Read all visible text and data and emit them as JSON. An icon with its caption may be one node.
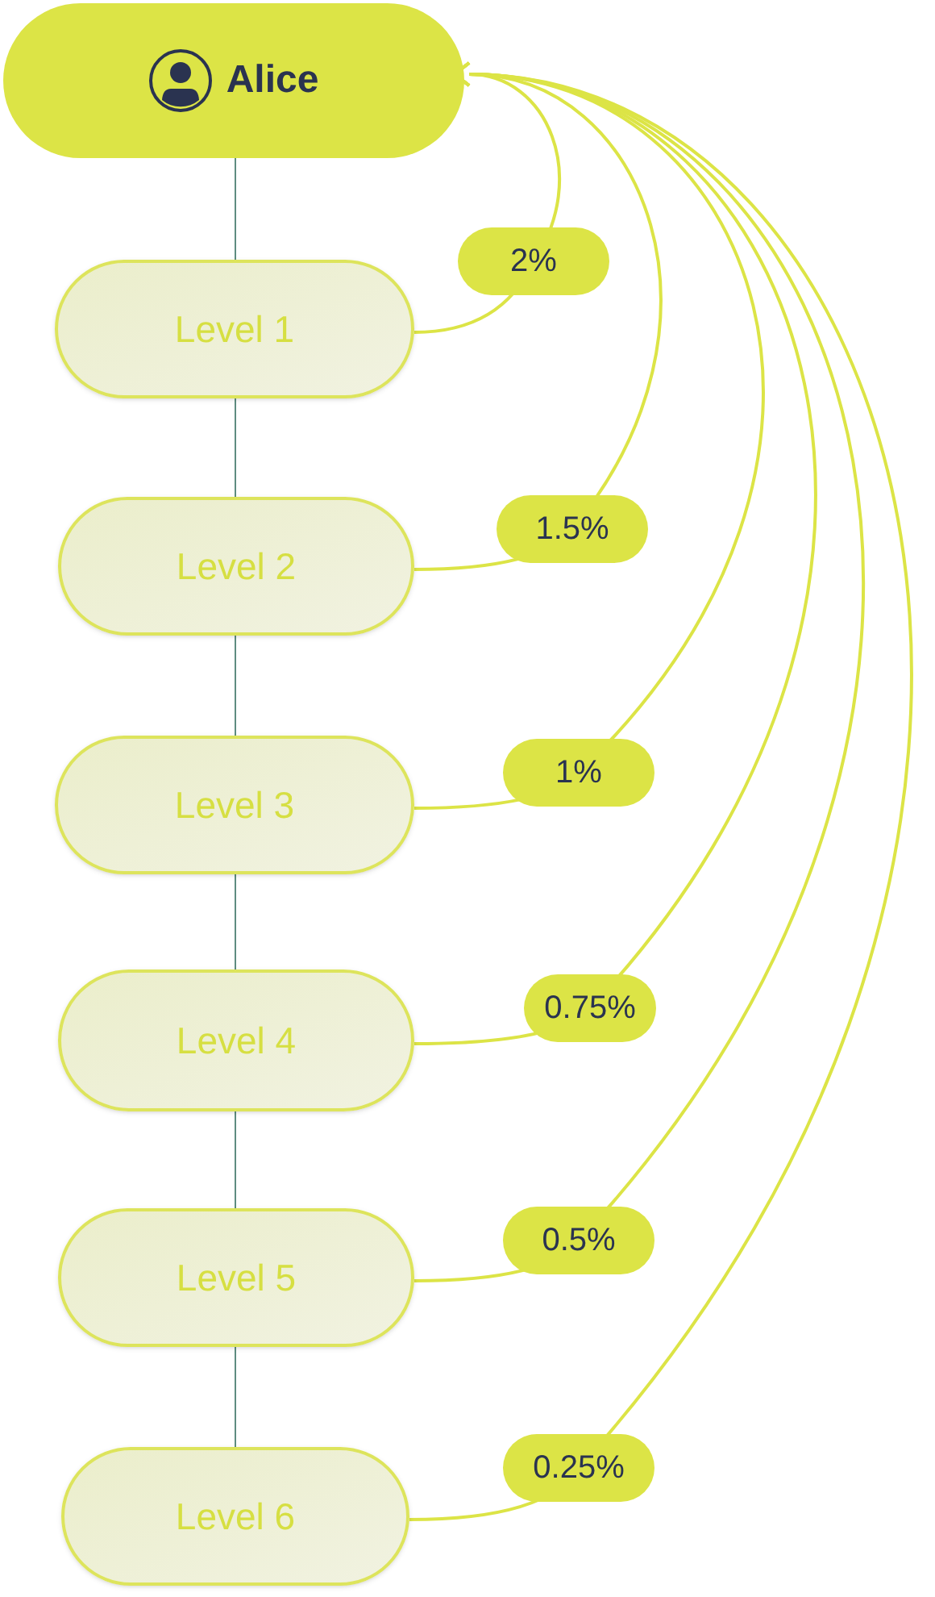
{
  "diagram": {
    "nodes": [
      {
        "text": [
          "Alice"
        ]
      },
      {
        "text": [
          "Level 1"
        ]
      },
      {
        "text": [
          "Level 2"
        ]
      },
      {
        "text": [
          "Level 3"
        ]
      },
      {
        "text": [
          "Level 4"
        ]
      },
      {
        "text": [
          "Level 5"
        ]
      },
      {
        "text": [
          "Level 6"
        ]
      }
    ],
    "edges": [
      {
        "from": 0,
        "to": 1,
        "arrow": "none",
        "color": "#5e8c80"
      },
      {
        "from": 1,
        "to": 2,
        "arrow": "none",
        "color": "#5e8c80"
      },
      {
        "from": 2,
        "to": 3,
        "arrow": "none",
        "color": "#5e8c80"
      },
      {
        "from": 3,
        "to": 4,
        "arrow": "none",
        "color": "#5e8c80"
      },
      {
        "from": 4,
        "to": 5,
        "arrow": "none",
        "color": "#5e8c80"
      },
      {
        "from": 5,
        "to": 6,
        "arrow": "none",
        "color": "#5e8c80"
      },
      {
        "from": 1,
        "to": 0,
        "arrow": "to",
        "label": "2%",
        "color": "#dce446"
      },
      {
        "from": 2,
        "to": 0,
        "arrow": "to",
        "label": "1.5%",
        "color": "#dce446"
      },
      {
        "from": 3,
        "to": 0,
        "arrow": "to",
        "label": "1%",
        "color": "#dce446"
      },
      {
        "from": 4,
        "to": 0,
        "arrow": "to",
        "label": "0.75%",
        "color": "#dce446"
      },
      {
        "from": 5,
        "to": 0,
        "arrow": "to",
        "label": "0.5%",
        "color": "#dce446"
      },
      {
        "from": 6,
        "to": 0,
        "arrow": "to",
        "label": "0.25%",
        "color": "#dce446"
      }
    ]
  }
}
